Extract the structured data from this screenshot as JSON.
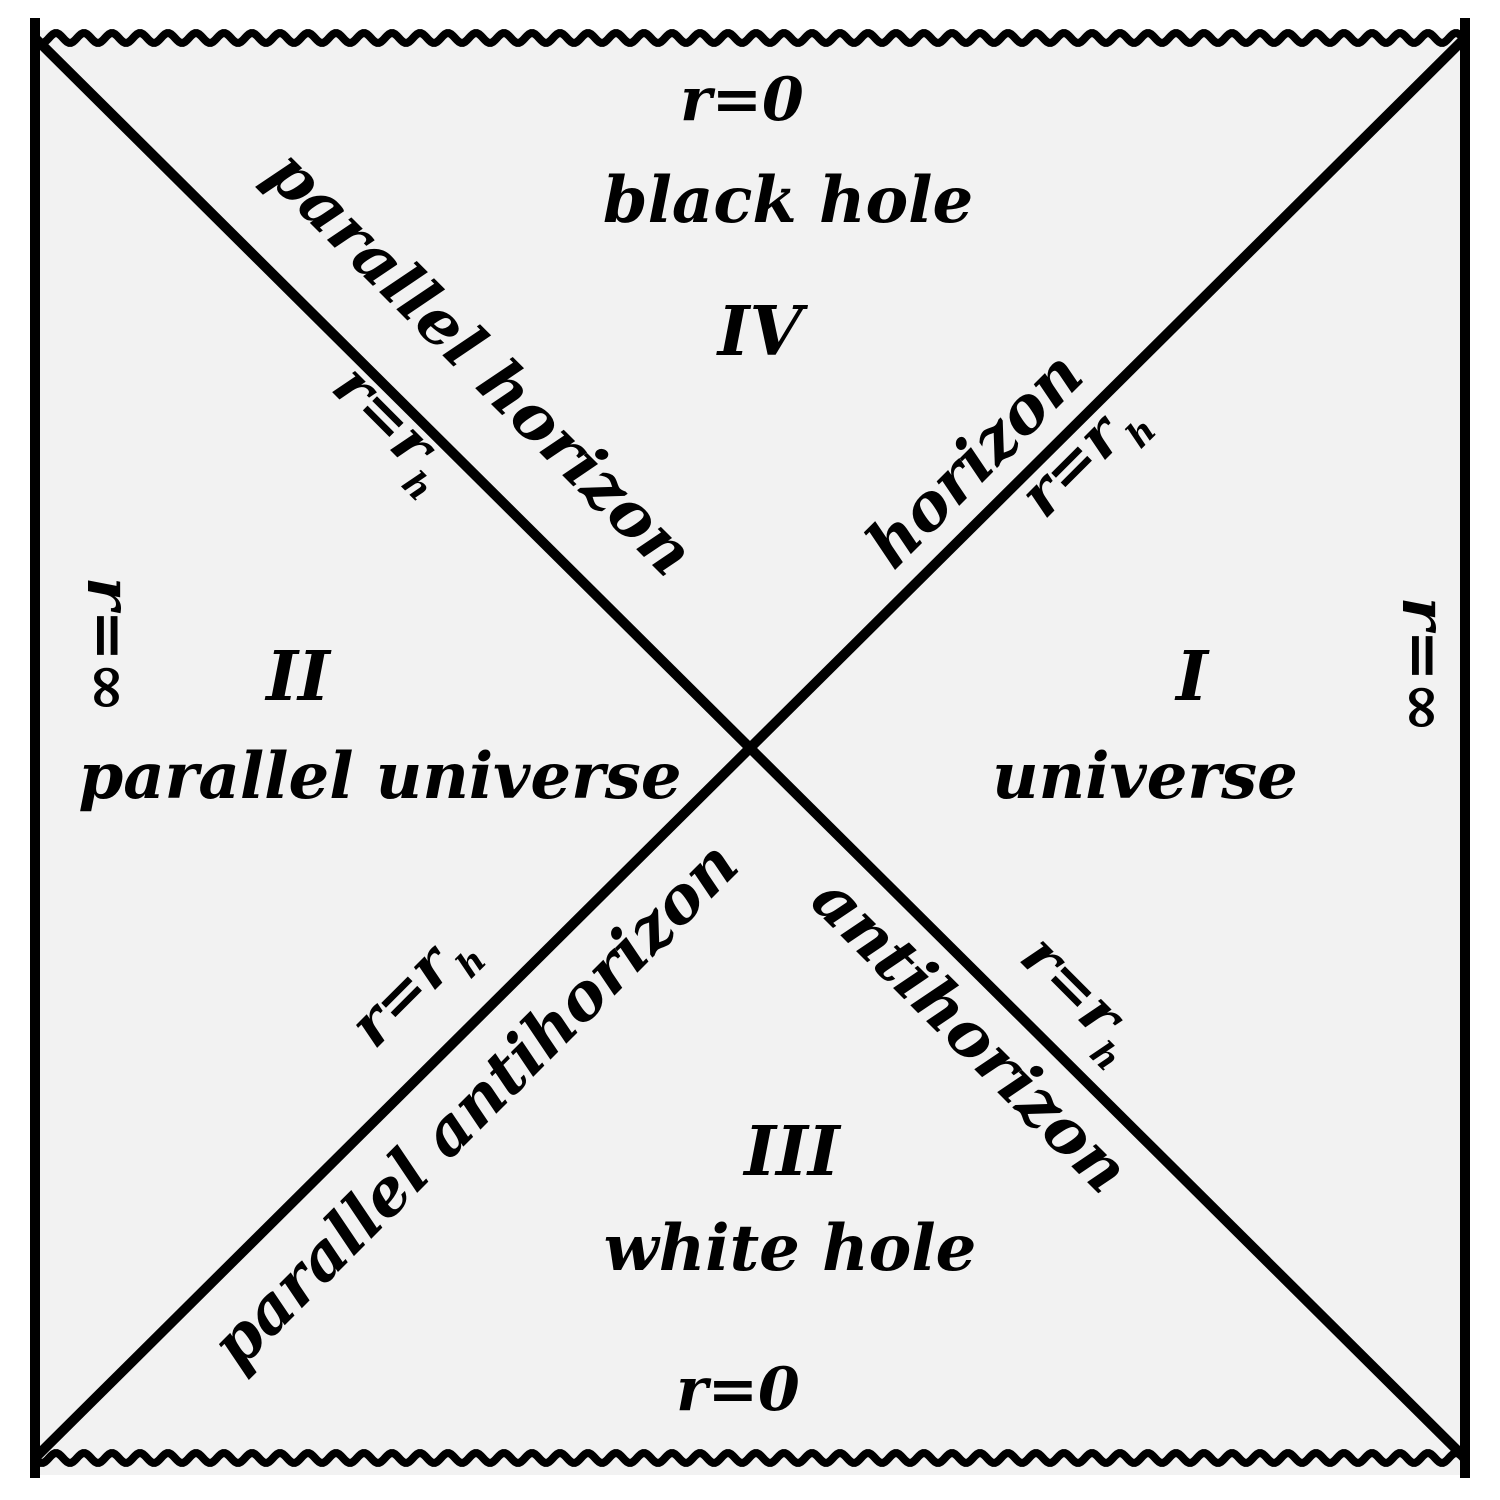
{
  "colors": {
    "background": "#f2f2f2",
    "lines": "#000000"
  },
  "singularities": {
    "top": "r=0",
    "bottom": "r=0"
  },
  "regions": {
    "top": {
      "numeral": "IV",
      "name": "black hole"
    },
    "left": {
      "numeral": "II",
      "name": "parallel universe"
    },
    "right": {
      "numeral": "I",
      "name": "universe"
    },
    "bottom": {
      "numeral": "III",
      "name": "white hole"
    }
  },
  "horizons": {
    "upper_left": {
      "name": "parallel horizon"
    },
    "upper_right": {
      "name": "horizon"
    },
    "lower_left": {
      "name": "parallel antihorizon"
    },
    "lower_right": {
      "name": "antihorizon"
    },
    "radius": "r=r",
    "radius_subscript": "h"
  },
  "infinity": {
    "left": "r=∞",
    "right": "r=∞"
  }
}
